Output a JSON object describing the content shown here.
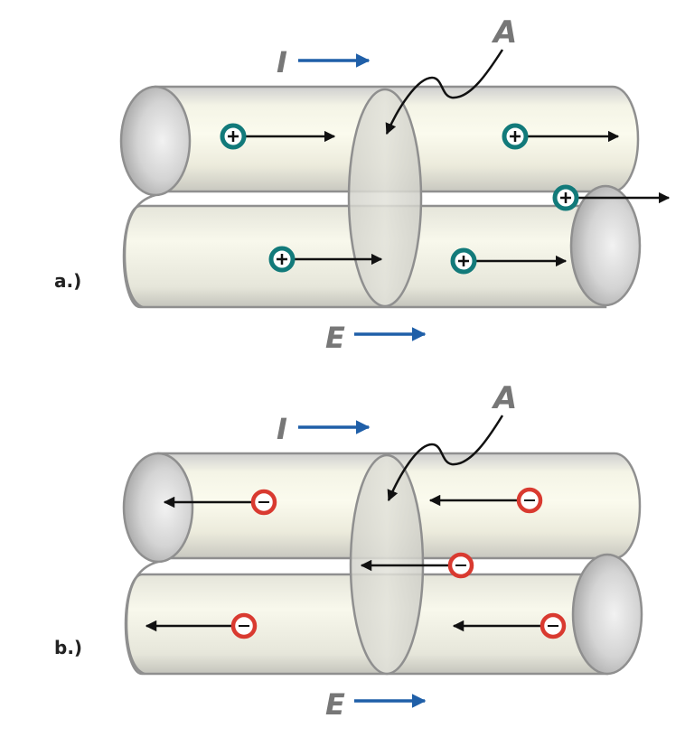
{
  "panel_a": {
    "label": "a.)",
    "current_symbol": "I",
    "field_symbol": "E",
    "area_symbol": "A",
    "charge_type": "positive",
    "charge_direction": "right"
  },
  "panel_b": {
    "label": "b.)",
    "current_symbol": "I",
    "field_symbol": "E",
    "area_symbol": "A",
    "charge_type": "negative",
    "charge_direction": "left"
  },
  "colors": {
    "current_arrow": "#1f5fa8",
    "positive_charge": "#127a7a",
    "negative_charge": "#d93a30",
    "velocity_arrow": "#111111",
    "wire_outline": "#8f8f8f",
    "label_gray": "#777777"
  }
}
